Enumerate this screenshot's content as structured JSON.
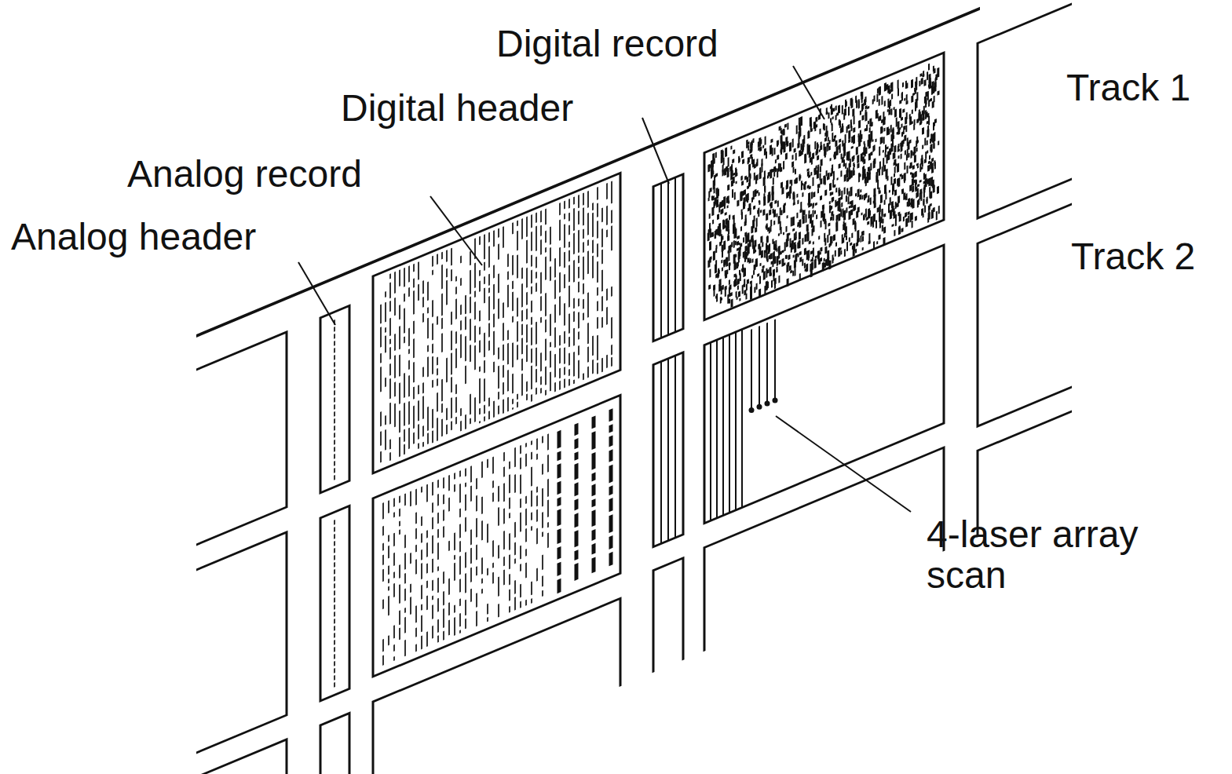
{
  "diagram": {
    "labels": [
      "Digital record",
      "Digital header",
      "Analog record",
      "Analog header",
      "Track 1",
      "Track 2",
      "4-laser array scan"
    ]
  }
}
